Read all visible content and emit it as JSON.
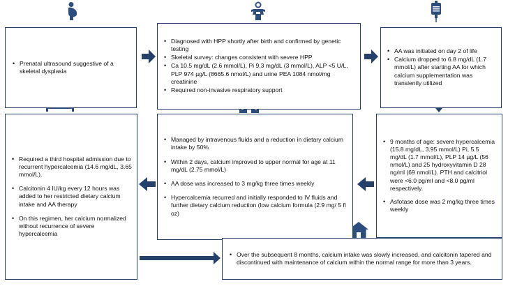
{
  "colors": {
    "arrow": "#24406b",
    "icon": "#2c4d7d",
    "border": "#24406b"
  },
  "icons": {
    "pregnant": "pregnant-woman-icon",
    "baby": "baby-icon",
    "iv": "iv-bag-icon",
    "bed": "hospital-bed-icon",
    "hospital": "hospital-building-icon",
    "home": "home-icon"
  },
  "boxes": {
    "prenatal": {
      "items": [
        "Prenatal ultrasound suggestive of a skeletal dysplasia"
      ]
    },
    "diagnosis": {
      "items": [
        "Diagnosed with HPP shortly after birth and confirmed by genetic testing",
        "Skeletal survey: changes consistent with severe HPP",
        "Ca 10.5 mg/dL (2.6 mmol/L), Pi 9.3 mg/dL (3 mmol/L), ALP <5 U/L, PLP 974 µg/L (8665.6 nmol/L) and urine PEA 1084 nmol/mg creatinine",
        "Required non-invasive respiratory support"
      ]
    },
    "aa_start": {
      "items": [
        "AA was initiated on day 2 of life",
        "Calcium dropped to 6.8 mg/dL (1.7 mmol/L)  after starting AA for which calcium supplementation was transiently utilized"
      ]
    },
    "hyper9": {
      "items": [
        "9 months of age: severe hypercalcemia (15.8 mg/dL, 3.95 mmol/L) Pi, 5.5 mg/dL (1.7 mmol/L), PLP 14 µg/L (56 nmol/L) and 25 hydroxyvitamin D 28 ng/ml (69 nmol/L). PTH and calcitriol were <6.0 pg/ml and <8.0 pg/ml respectively.",
        "Asfotase dose was 2 mg/kg three times weekly"
      ]
    },
    "managed": {
      "items": [
        "Managed by intravenous fluids and a reduction in dietary calcium intake by 50%",
        "Within 2 days, calcium improved to upper normal for age at 11 mg/dL (2.75 mmol/L)",
        "AA dose was increased to 3 mg/kg three times weekly",
        "Hypercalcemia recurred and initially responded to IV fluids and further dietary calcium reduction (low calcium formula (2.9 mg/ 5 fl oz)"
      ]
    },
    "third": {
      "items": [
        "Required a third hospital admission due to recurrent hypercalcemia (14.6 mg/dL, 3.65 mmol/L).",
        "Calcitonin 4 IU/kg every 12 hours was added to her restricted dietary calcium intake and AA therapy",
        "On this regimen, her calcium normalized without recurrence of severe hypercalcemia"
      ]
    },
    "outcome": {
      "items": [
        "Over the subsequent 8 months, calcium intake was slowly increased, and calcitonin tapered and discontinued with maintenance of calcium within the normal range for more than 3 years."
      ]
    }
  }
}
